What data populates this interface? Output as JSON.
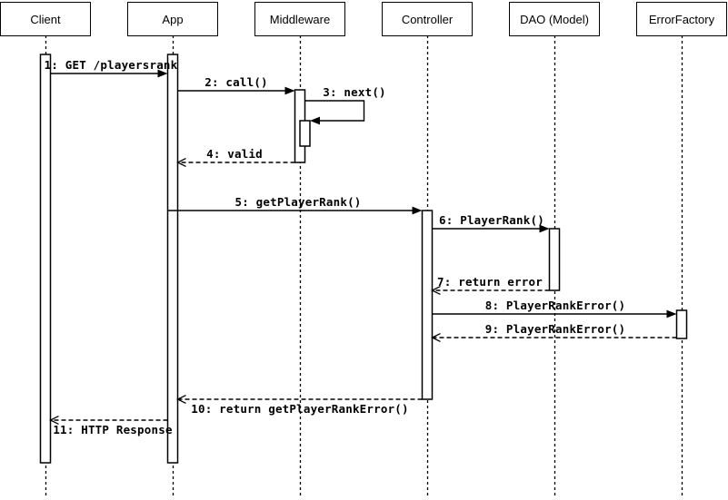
{
  "diagram": {
    "kind": "uml-sequence-diagram",
    "colors": {
      "stroke": "#000000",
      "shape_fill": "#ffffff",
      "background": "#ffffff"
    },
    "participants": [
      {
        "name": "Client"
      },
      {
        "name": "App"
      },
      {
        "name": "Middleware"
      },
      {
        "name": "Controller"
      },
      {
        "name": "DAO (Model)"
      },
      {
        "name": "ErrorFactory"
      }
    ],
    "messages": [
      {
        "seq": 1,
        "label": "1: GET /playersrank",
        "from": "Client",
        "to": "App",
        "line": "solid",
        "arrow": "filled"
      },
      {
        "seq": 2,
        "label": "2: call()",
        "from": "App",
        "to": "Middleware",
        "line": "solid",
        "arrow": "filled"
      },
      {
        "seq": 3,
        "label": "3: next()",
        "from": "Middleware",
        "to": "Middleware",
        "line": "solid",
        "arrow": "filled",
        "self_call": true
      },
      {
        "seq": 4,
        "label": "4: valid",
        "from": "Middleware",
        "to": "App",
        "line": "dashed",
        "arrow": "open"
      },
      {
        "seq": 5,
        "label": "5: getPlayerRank()",
        "from": "App",
        "to": "Controller",
        "line": "solid",
        "arrow": "filled"
      },
      {
        "seq": 6,
        "label": "6: PlayerRank()",
        "from": "Controller",
        "to": "DAO (Model)",
        "line": "solid",
        "arrow": "filled"
      },
      {
        "seq": 7,
        "label": "7: return error",
        "from": "DAO (Model)",
        "to": "Controller",
        "line": "dashed",
        "arrow": "open"
      },
      {
        "seq": 8,
        "label": "8: PlayerRankError()",
        "from": "Controller",
        "to": "ErrorFactory",
        "line": "solid",
        "arrow": "filled"
      },
      {
        "seq": 9,
        "label": "9: PlayerRankError()",
        "from": "ErrorFactory",
        "to": "Controller",
        "line": "dashed",
        "arrow": "open"
      },
      {
        "seq": 10,
        "label": "10: return getPlayerRankError()",
        "from": "Controller",
        "to": "App",
        "line": "dashed",
        "arrow": "open"
      },
      {
        "seq": 11,
        "label": "11: HTTP Response",
        "from": "App",
        "to": "Client",
        "line": "dashed",
        "arrow": "open"
      }
    ]
  }
}
